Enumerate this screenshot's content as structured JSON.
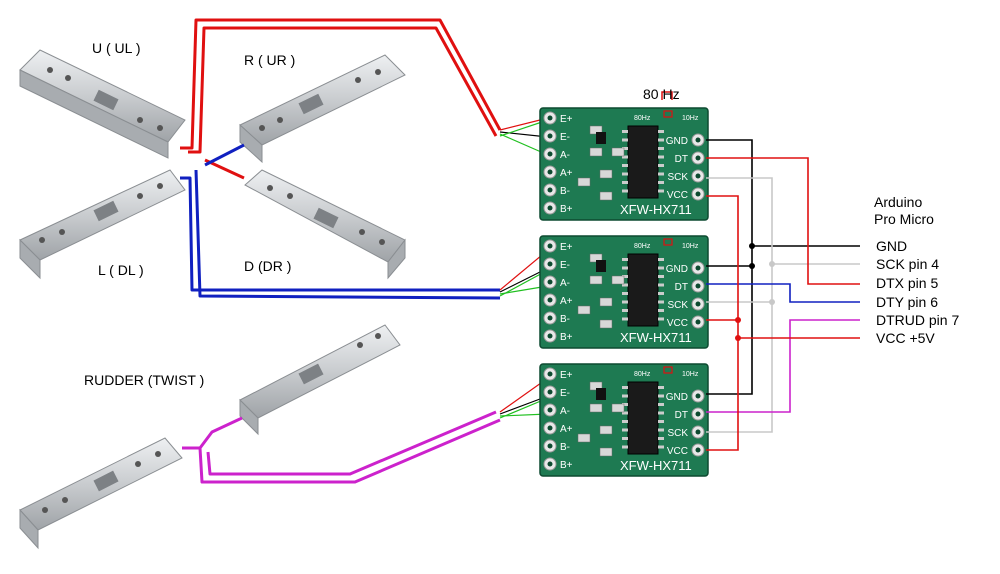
{
  "load_cells": {
    "ul": "U  ( UL )",
    "ur": "R  ( UR )",
    "dl": "L  ( DL )",
    "dr": "D  (DR )",
    "rudder": "RUDDER  (TWIST )"
  },
  "hx711": {
    "freq_label": "80 Hz",
    "board_text": "XFW-HX711",
    "pins_left": [
      "E+",
      "E-",
      "A-",
      "A+",
      "B-",
      "B+"
    ],
    "pins_right": [
      "GND",
      "DT",
      "SCK",
      "VCC"
    ],
    "mini_80": "80Hz",
    "mini_10": "10Hz"
  },
  "arduino": {
    "title_line1": "Arduino",
    "title_line2": "Pro Micro",
    "pins": [
      {
        "name": "GND",
        "label": "GND"
      },
      {
        "name": "SCK",
        "label": "SCK pin 4"
      },
      {
        "name": "DTX",
        "label": "DTX  pin 5"
      },
      {
        "name": "DTY",
        "label": "DTY  pin 6"
      },
      {
        "name": "DTRUD",
        "label": "DTRUD  pin 7"
      },
      {
        "name": "VCC",
        "label": "VCC   +5V"
      }
    ]
  },
  "colors": {
    "red_wire": "#e01010",
    "blue_wire": "#1020c0",
    "magenta_wire": "#cc22cc",
    "black_wire": "#000000",
    "gray_wire": "#c8c8c8",
    "green_wire": "#20c020",
    "board_green": "#1e7a52",
    "aluminum": "#c9cccf"
  }
}
